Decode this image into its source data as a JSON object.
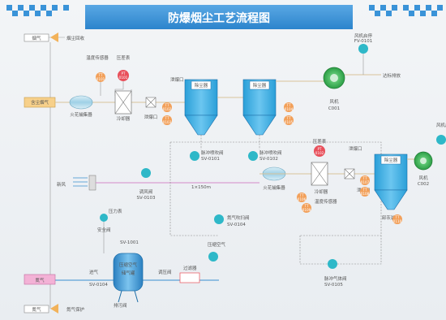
{
  "title": "防爆烟尘工艺流程图",
  "colors": {
    "accent": "#1e88d8",
    "header_bg": "#3a93d8",
    "orange": "#f2a05a",
    "red": "#e8505b",
    "teal": "#2eb8c8"
  },
  "labels": {
    "top_feed": "烟气",
    "top_feed_note": "烟尘回收",
    "raw_gas_box": "含尘烟气",
    "mixer1": "火花捕集器",
    "temp_sensor1": "温度传感器",
    "pressure_table1": "压差表",
    "cooler1": "冷却器",
    "explosion_valve1": "泄爆口",
    "cleaner1": "除尘器",
    "cleaner2": "除尘器",
    "fan1": "风机",
    "fan1_code": "C001",
    "to_stack": "达标排放",
    "fan_control1": "风机启停",
    "fan_control1_code": "FV-0101",
    "valve1_label": "脉冲喷吹阀",
    "valve1_code": "SV-0101",
    "valve2_label": "脉冲喷吹阀",
    "valve2_code": "SV-0102",
    "fresh_air": "新风",
    "fresh_air_valve": "调风阀",
    "fresh_air_valve_code": "SV-0103",
    "pipe_label": "1×150m",
    "mixer2": "火花捕集器",
    "temp_sensor2": "温度传感器",
    "pressure_table2": "压差表",
    "cooler2": "冷却器",
    "explosion_valve2": "泄爆口",
    "cleaner3": "除尘器",
    "ash_hopper": "卸灰装置",
    "fan2": "风机",
    "fan2_code": "C002",
    "fan_control2": "风机启停",
    "nitrogen_valve_label": "氮气吹扫阀",
    "nitrogen_valve_code": "SV-0104",
    "pulse_valve3_label": "脉冲气体阀",
    "pulse_valve3_code": "SV-0105",
    "tank_label1": "压缩空气",
    "tank_label2": "储气罐",
    "pressure_gauge": "压力表",
    "feed_note": "进气",
    "feed_code": "SV-1001",
    "safety_valve": "安全阀",
    "drain_valve": "排污阀",
    "drain_code": "SV-0104",
    "filter_label": "过滤器",
    "regulator": "调压阀",
    "compressed_air": "压缩空气",
    "bottom_feed": "氮气",
    "bottom_feed_note": "氮气保护",
    "tag_te": [
      "TT",
      "0101"
    ],
    "tag_pt": [
      "PT",
      "0101"
    ],
    "tag_te2": [
      "TT",
      "0102"
    ],
    "tag_te3": [
      "TT",
      "0103"
    ],
    "tag_te4": [
      "TT",
      "0104"
    ],
    "tag_te5": [
      "TT",
      "0105"
    ],
    "tag_te6": [
      "TT",
      "0106"
    ],
    "tag_te7": [
      "TT",
      "0107"
    ],
    "tag_te8": [
      "TT",
      "0108"
    ],
    "tag_pt2": [
      "PT",
      "0102"
    ],
    "tag_te9": [
      "TT",
      "0109"
    ],
    "tag_te10": [
      "TT",
      "0110"
    ]
  }
}
